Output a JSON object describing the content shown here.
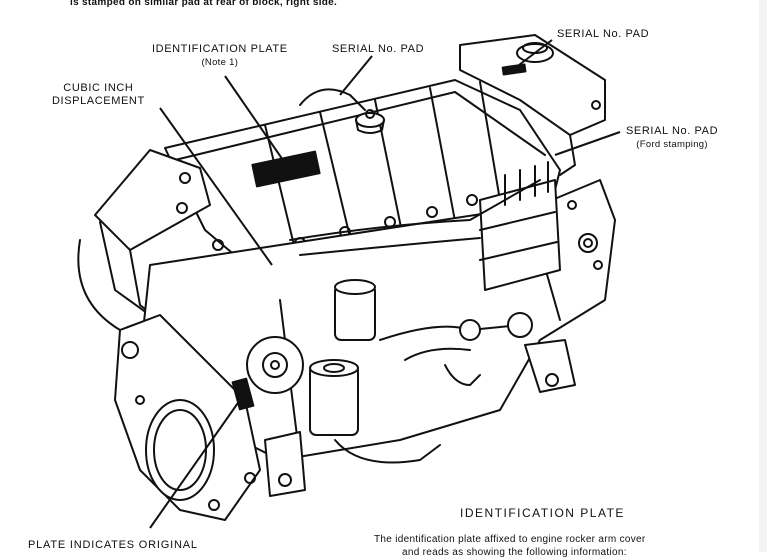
{
  "top_text": "is stamped on similar pad at rear of block, right side.",
  "labels": {
    "identification_plate": {
      "text": "IDENTIFICATION PLATE",
      "note": "(Note 1)"
    },
    "serial_pad_center": {
      "text": "SERIAL No. PAD"
    },
    "serial_pad_top_right": {
      "text": "SERIAL No. PAD"
    },
    "serial_pad_ford": {
      "text": "SERIAL No. PAD",
      "note": "(Ford stamping)"
    },
    "cubic_inch": {
      "line1": "CUBIC INCH",
      "line2": "DISPLACEMENT"
    },
    "plate_indicates": {
      "text": "PLATE INDICATES ORIGINAL"
    }
  },
  "section_heading": "IDENTIFICATION PLATE",
  "body_text": "The identification plate affixed to engine rocker arm cover",
  "body_text_cut": "and reads as showing the following information:"
}
